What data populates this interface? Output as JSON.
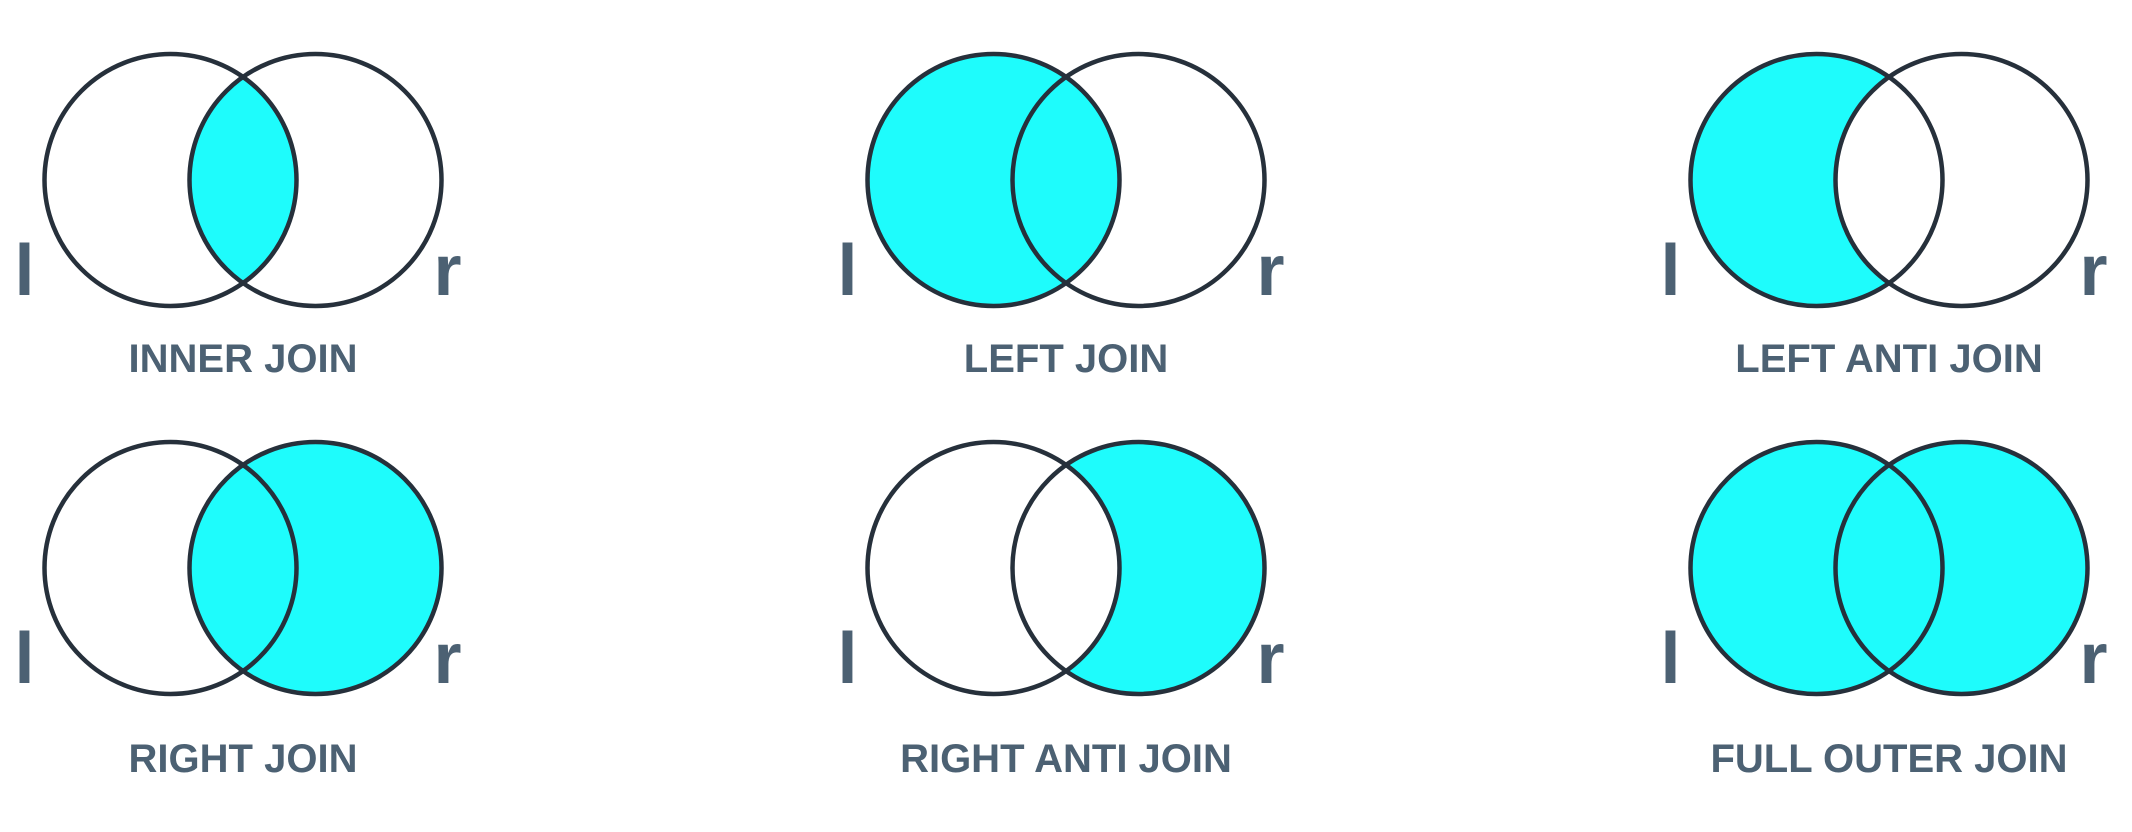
{
  "colors": {
    "fill": "#1efcfc",
    "stroke": "#26303b",
    "label": "#4c6173",
    "background": "#ffffff"
  },
  "left_set_label": "l",
  "right_set_label": "r",
  "joins": [
    {
      "id": "inner-join",
      "label": "INNER JOIN",
      "left_only": false,
      "intersection": true,
      "right_only": false
    },
    {
      "id": "left-join",
      "label": "LEFT JOIN",
      "left_only": true,
      "intersection": true,
      "right_only": false
    },
    {
      "id": "left-anti-join",
      "label": "LEFT ANTI JOIN",
      "left_only": true,
      "intersection": false,
      "right_only": false
    },
    {
      "id": "right-join",
      "label": "RIGHT JOIN",
      "left_only": false,
      "intersection": true,
      "right_only": true
    },
    {
      "id": "right-anti-join",
      "label": "RIGHT ANTI JOIN",
      "left_only": false,
      "intersection": false,
      "right_only": true
    },
    {
      "id": "full-outer-join",
      "label": "FULL OUTER JOIN",
      "left_only": true,
      "intersection": true,
      "right_only": true
    }
  ]
}
